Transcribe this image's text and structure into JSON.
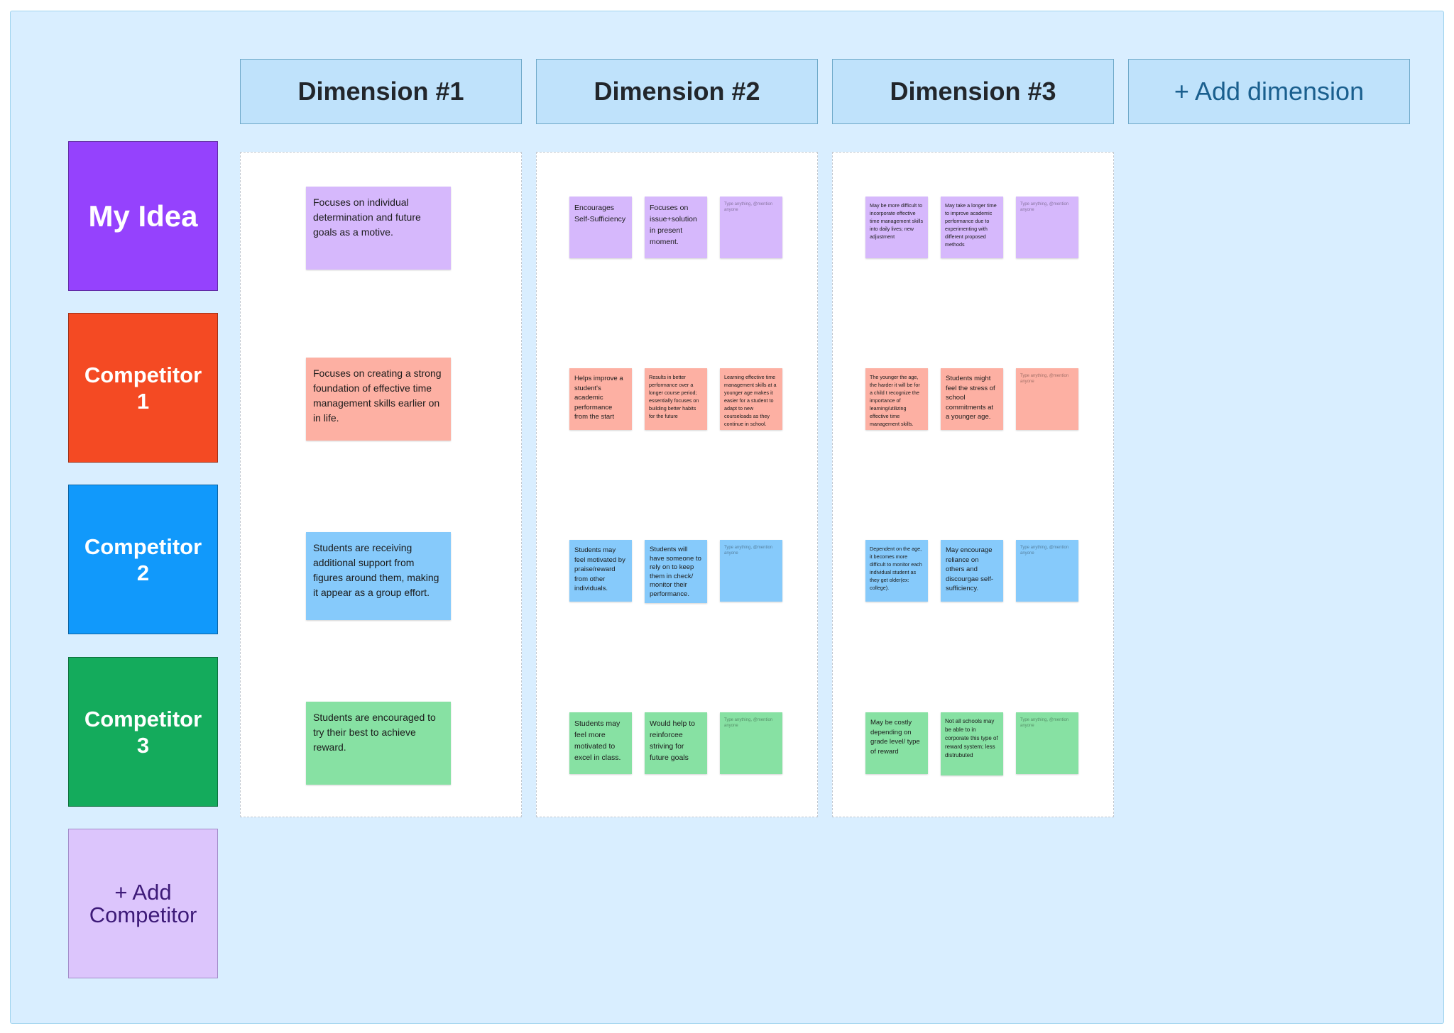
{
  "dimensions": [
    "Dimension #1",
    "Dimension #2",
    "Dimension #3"
  ],
  "add_dimension_label": "+ Add dimension",
  "rows": [
    "My Idea",
    "Competitor 1",
    "Competitor 2",
    "Competitor 3"
  ],
  "add_competitor_label": "+ Add Competitor",
  "colors": {
    "my_idea": "#9542fd",
    "competitor_1": "#f44a23",
    "competitor_2": "#1199fb",
    "competitor_3": "#14ab5c",
    "board_background": "#d9eeff"
  },
  "placeholder_text": "Type anything, @mention anyone",
  "dimension1": {
    "my_idea": "Focuses on individual determination and future goals as a motive.",
    "competitor_1": "Focuses on creating a strong foundation of effective time management skills earlier on in life.",
    "competitor_2": "Students are receiving additional support from figures around them, making it appear as a group effort.",
    "competitor_3": "Students are encouraged to try their best to achieve reward."
  },
  "dimension2": {
    "my_idea": [
      "Encourages Self-Sufficiency",
      "Focuses on issue+solution in present moment.",
      ""
    ],
    "competitor_1": [
      "Helps improve a student's academic performance from the start",
      "Results in better performance over a longer course period; essentially focuses on building better habits for the future",
      "Learning effective time management skills at a younger age makes it easier for a student to adapt to new courseloads as they continue in school."
    ],
    "competitor_2": [
      "Students may feel motivated by praise/reward from other individuals.",
      "Students will have someone to rely on to keep them in check/ monitor their performance.",
      ""
    ],
    "competitor_3": [
      "Students may feel more motivated to excel in class.",
      "Would help to reinforcee striving for future goals",
      ""
    ]
  },
  "dimension3": {
    "my_idea": [
      "May be more difficult to incorporate effective time management skills into daily lives; new adjustment",
      "May take a longer time to improve academic performance due to experimenting with different proposed methods",
      ""
    ],
    "competitor_1": [
      "The younger the age, the harder it will be for a child t recognize the importance of learning/utilizing effective time management skills.",
      "Students might feel the stress of school commitments at a younger age.",
      ""
    ],
    "competitor_2": [
      "Dependent on the age, it becomes more difficult to monitor each individual student as they get older(ex: college).",
      "May encourage reliance on others and discourgae self-sufficiency.",
      ""
    ],
    "competitor_3": [
      "May be costly depending on grade level/ type of reward",
      "Not all schools may be able to in corporate this type of reward system; less distrubuted",
      ""
    ]
  }
}
